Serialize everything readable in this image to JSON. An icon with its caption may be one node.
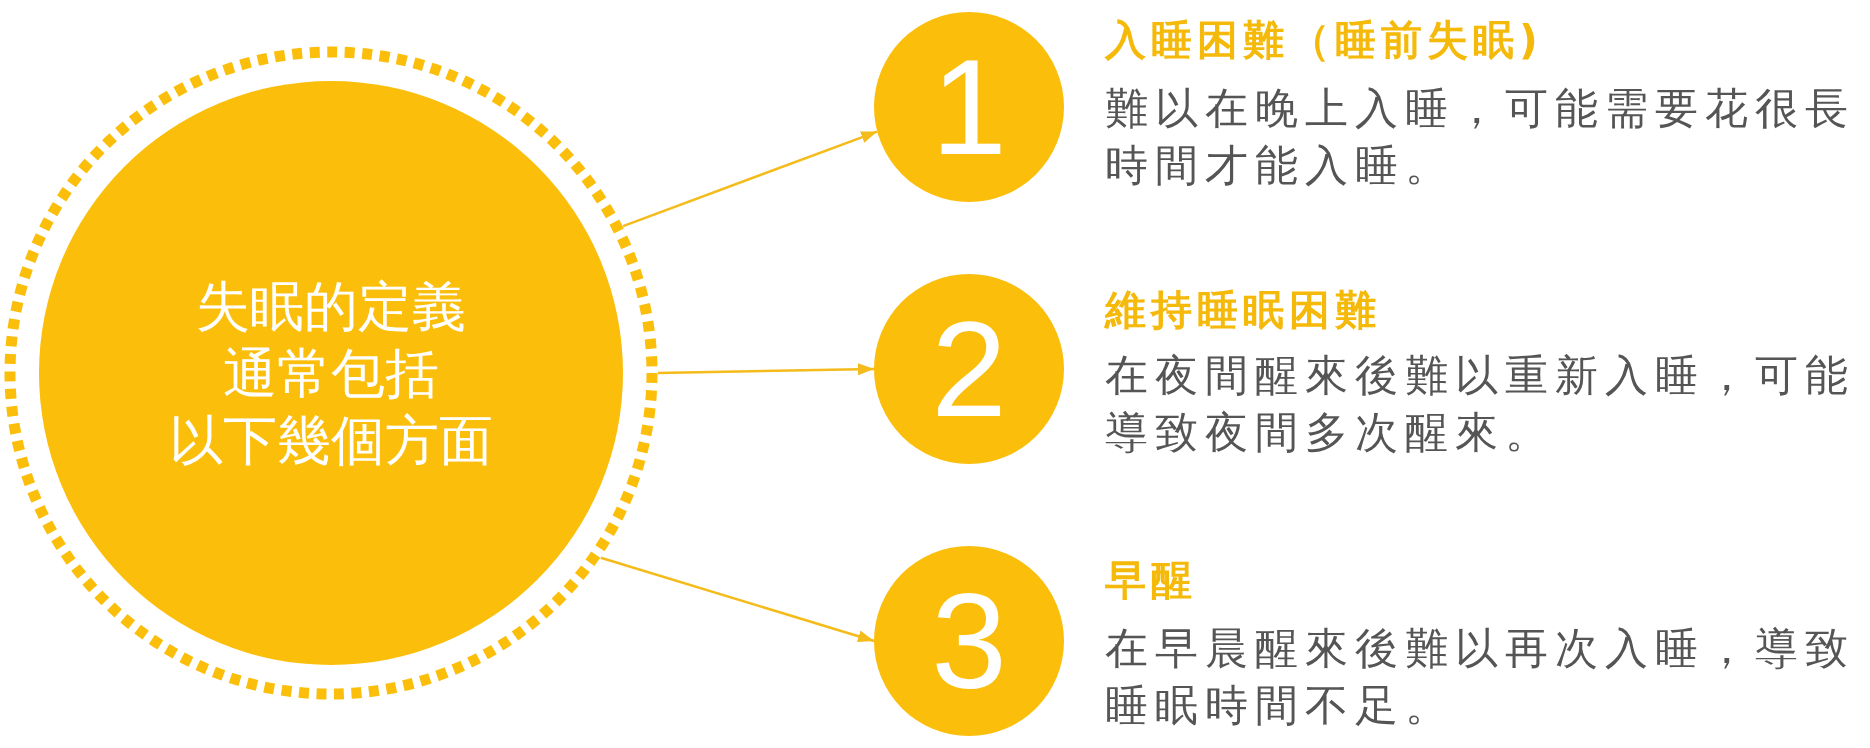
{
  "diagram": {
    "nodes": [
      {
        "text": [
          "失眠的定義通常包括以下幾個方面"
        ]
      },
      {
        "text": [
          "1"
        ],
        "beside": [
          "入睡困難（睡前失眠)",
          "難以在晚上入睡，可能需要花很長時間才能入睡。"
        ]
      },
      {
        "text": [
          "2"
        ],
        "beside": [
          "維持睡眠困難",
          "在夜間醒來後難以重新入睡，可能導致夜間多次醒來。"
        ]
      },
      {
        "text": [
          "3"
        ],
        "beside": [
          "早醒",
          "在早晨醒來後難以再次入睡，導致睡眠時間不足。"
        ]
      }
    ],
    "edges": [
      {
        "from": 0,
        "to": 1,
        "arrow": "to"
      },
      {
        "from": 0,
        "to": 2,
        "arrow": "to"
      },
      {
        "from": 0,
        "to": 3,
        "arrow": "to"
      }
    ]
  }
}
